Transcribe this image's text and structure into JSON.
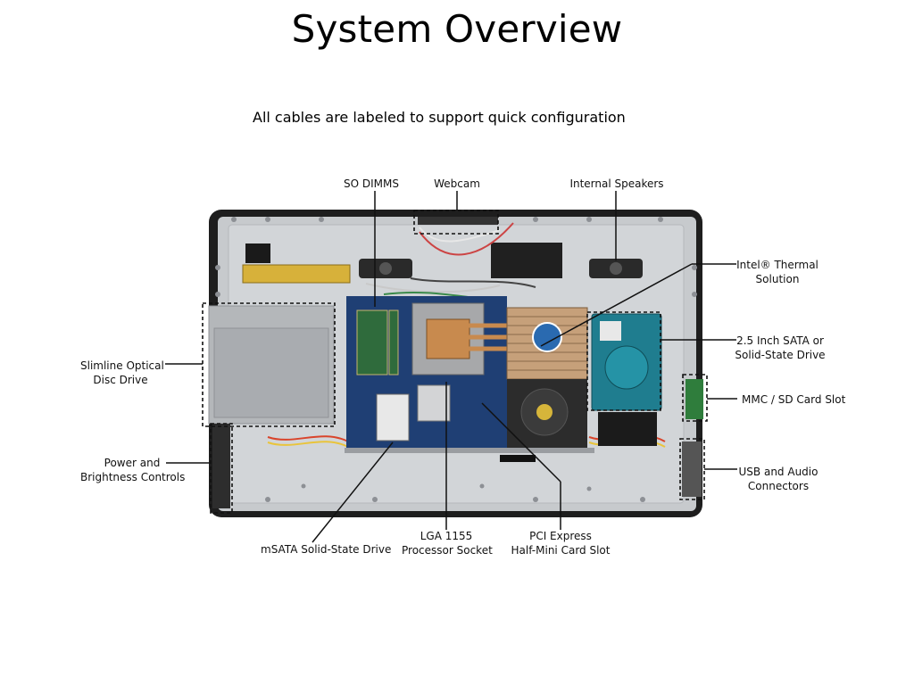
{
  "title": "System Overview",
  "subtitle": "All cables are labeled to support quick configuration",
  "labels": {
    "so_dimms": "SO DIMMS",
    "webcam": "Webcam",
    "internal_speakers": "Internal Speakers",
    "intel_thermal": [
      "Intel® Thermal",
      "Solution"
    ],
    "sata_drive": [
      "2.5 Inch SATA or",
      "Solid-State Drive"
    ],
    "mmc_sd": "MMC / SD Card Slot",
    "usb_audio": [
      "USB and Audio",
      "Connectors"
    ],
    "pci_express": [
      "PCI Express",
      "Half-Mini Card Slot"
    ],
    "lga_1155": [
      "LGA 1155",
      "Processor Socket"
    ],
    "msata": "mSATA Solid-State Drive",
    "power_brightness": [
      "Power and",
      "Brightness Controls"
    ],
    "optical_drive": [
      "Slimline Optical",
      "Disc Drive"
    ]
  },
  "colors": {
    "chassis": "#c9ccd0",
    "motherboard": "#1f3f74",
    "heatsink": "#c88a4e",
    "hdd": "#1f7d8f",
    "frame": "#222222"
  }
}
